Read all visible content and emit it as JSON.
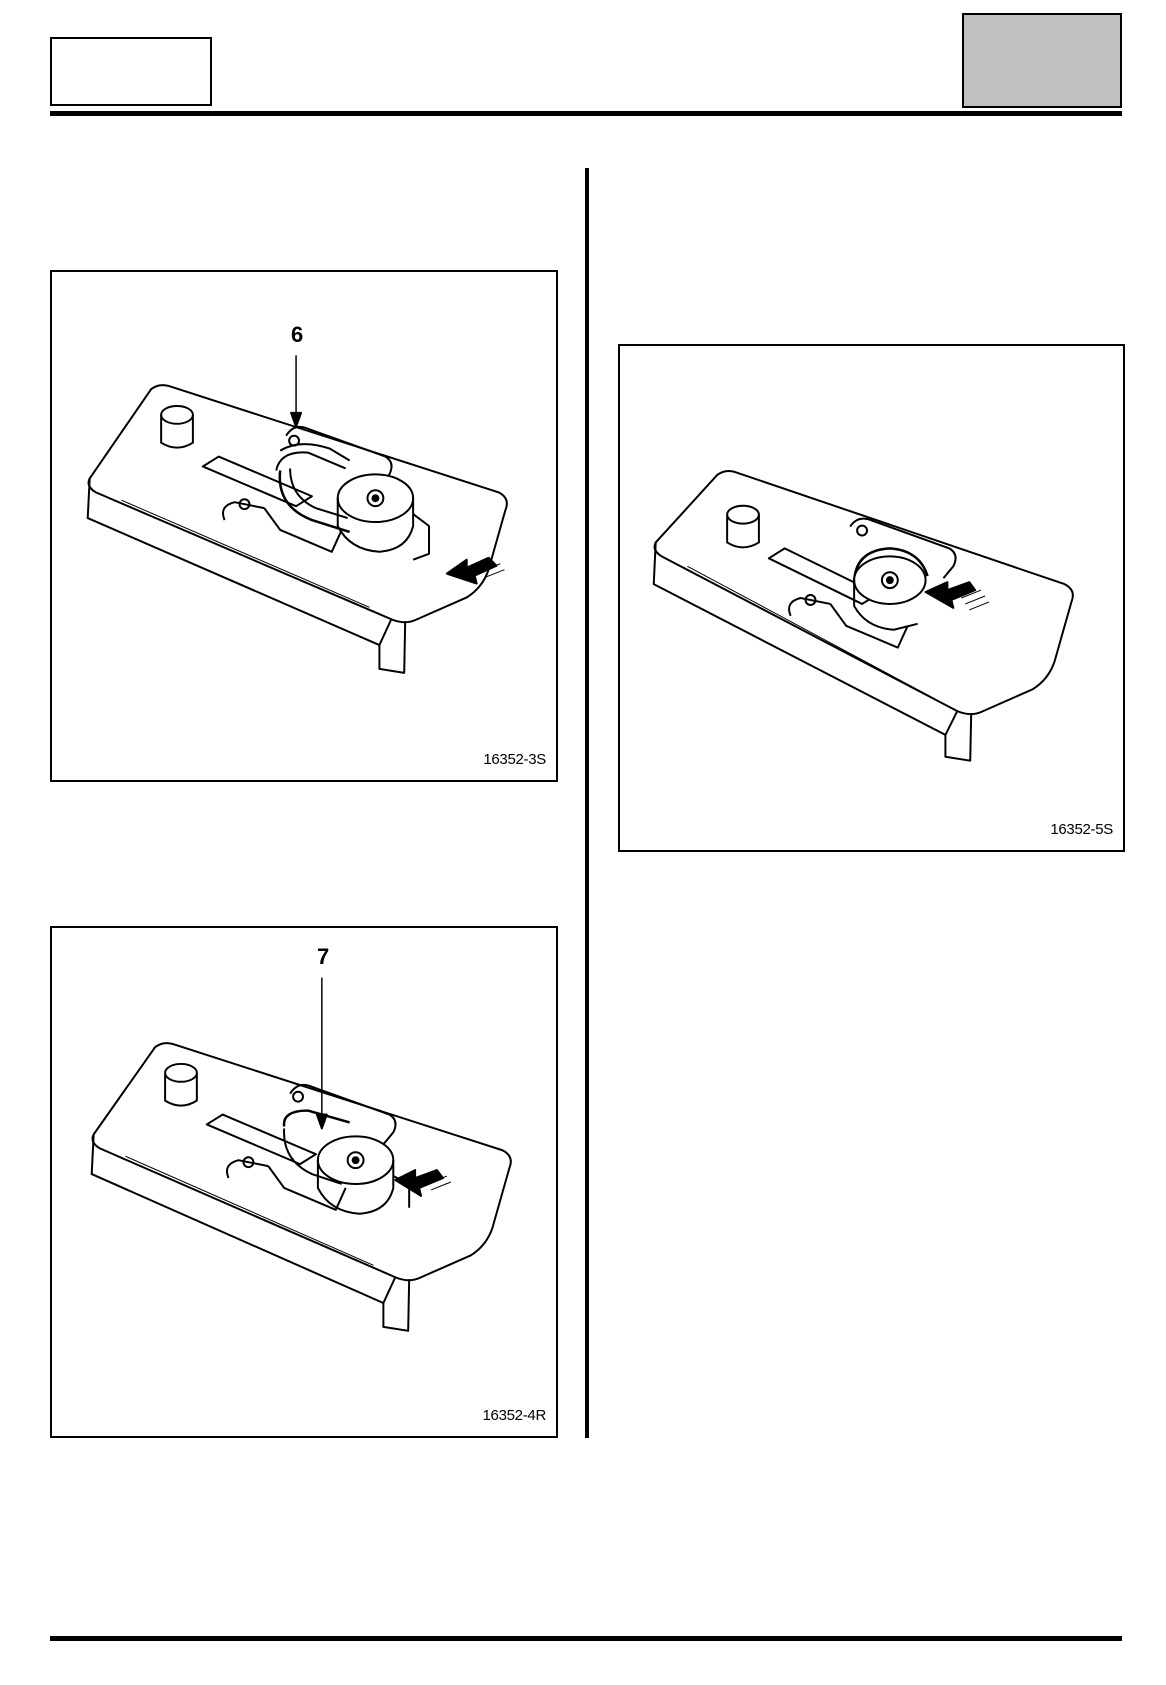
{
  "figures": [
    {
      "code": "16352-3S",
      "callout": "6"
    },
    {
      "code": "16352-4R",
      "callout": "7"
    },
    {
      "code": "16352-5S",
      "callout": ""
    }
  ],
  "colors": {
    "header_box_fill": "#c0c0c0",
    "line": "#000000"
  }
}
